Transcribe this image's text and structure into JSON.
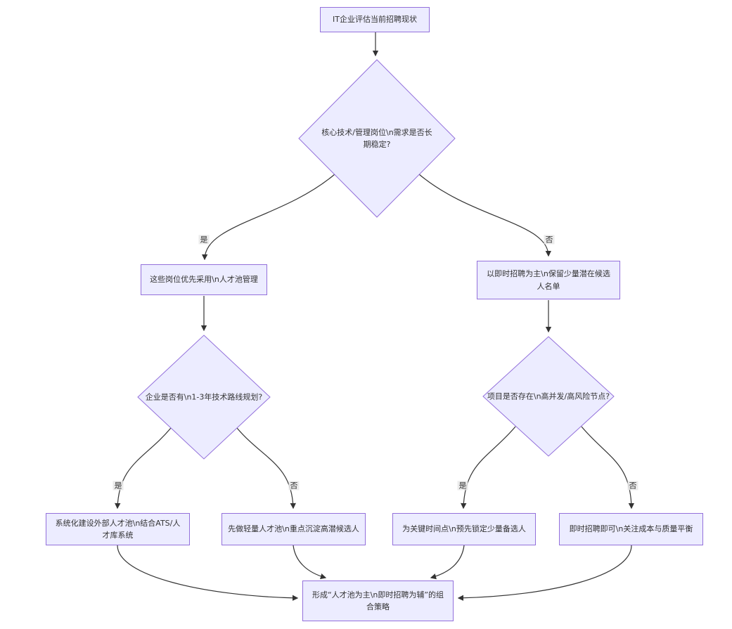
{
  "diagram": {
    "type": "flowchart",
    "colors": {
      "node_fill": "#ECECFF",
      "node_border": "#9370DB",
      "edge": "#333333",
      "text": "#333333",
      "edge_label_bg": "#e8e8e8",
      "background": "#ffffff"
    },
    "nodes": {
      "start": {
        "shape": "rect",
        "label": "IT企业评估当前招聘现状"
      },
      "q1": {
        "shape": "diamond",
        "label": "核心技术/管理岗位\\n需求是否长期稳定?"
      },
      "pool": {
        "shape": "rect",
        "label": "这些岗位优先采用\\n人才池管理"
      },
      "instant": {
        "shape": "rect",
        "label": "以即时招聘为主\\n保留少量潜在候选人名单"
      },
      "q2": {
        "shape": "diamond",
        "label": "企业是否有\\n1-3年技术路线规划?"
      },
      "q3": {
        "shape": "diamond",
        "label": "项目是否存在\\n高并发/高风险节点?"
      },
      "sys": {
        "shape": "rect",
        "label": "系统化建设外部人才池\\n结合ATS/人才库系统"
      },
      "light": {
        "shape": "rect",
        "label": "先做轻量人才池\\n重点沉淀高潜候选人"
      },
      "lock": {
        "shape": "rect",
        "label": "为关键时间点\\n预先锁定少量备选人"
      },
      "cost": {
        "shape": "rect",
        "label": "即时招聘即可\\n关注成本与质量平衡"
      },
      "final": {
        "shape": "rect",
        "label": "形成“人才池为主\\n即时招聘为辅”的组合策略"
      }
    },
    "edges": [
      {
        "from": "start",
        "to": "q1",
        "label": ""
      },
      {
        "from": "q1",
        "to": "pool",
        "label": "是"
      },
      {
        "from": "q1",
        "to": "instant",
        "label": "否"
      },
      {
        "from": "pool",
        "to": "q2",
        "label": ""
      },
      {
        "from": "instant",
        "to": "q3",
        "label": ""
      },
      {
        "from": "q2",
        "to": "sys",
        "label": "是"
      },
      {
        "from": "q2",
        "to": "light",
        "label": "否"
      },
      {
        "from": "q3",
        "to": "lock",
        "label": "是"
      },
      {
        "from": "q3",
        "to": "cost",
        "label": "否"
      },
      {
        "from": "sys",
        "to": "final",
        "label": ""
      },
      {
        "from": "light",
        "to": "final",
        "label": ""
      },
      {
        "from": "lock",
        "to": "final",
        "label": ""
      },
      {
        "from": "cost",
        "to": "final",
        "label": ""
      }
    ]
  }
}
